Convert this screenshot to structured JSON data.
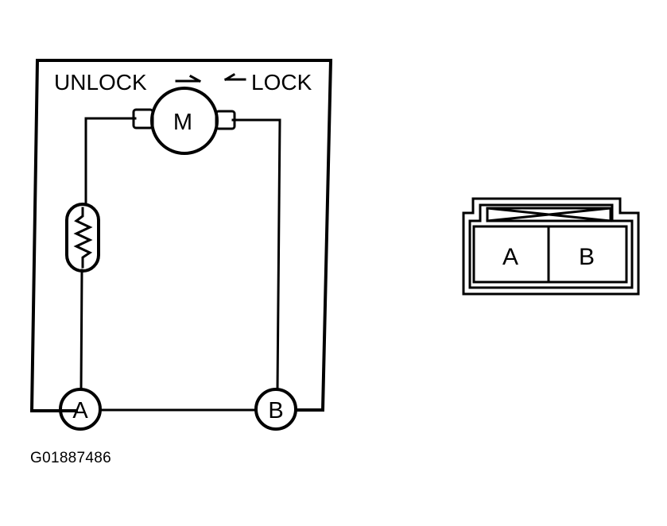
{
  "motor": {
    "label": "M",
    "unlock_label": "UNLOCK",
    "lock_label": "LOCK",
    "unlock_arrow_icon": "arrow-right-icon",
    "lock_arrow_icon": "arrow-left-icon"
  },
  "components": {
    "resistor_icon": "ptc-thermistor-icon"
  },
  "terminals": {
    "a": "A",
    "b": "B"
  },
  "connector": {
    "pin_a": "A",
    "pin_b": "B",
    "latch_icon": "connector-latch-icon"
  },
  "figure_id": "G01887486",
  "colors": {
    "line": "#000000",
    "background": "#ffffff"
  }
}
